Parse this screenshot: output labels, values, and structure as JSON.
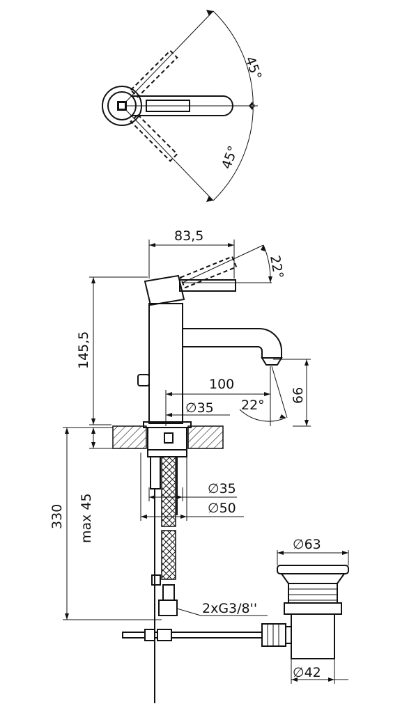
{
  "dimensions": {
    "top_angle_upper": "45°",
    "top_angle_lower": "45°",
    "width_83_5": "83,5",
    "lever_angle": "22°",
    "height_145_5": "145,5",
    "reach_100": "100",
    "spout_angle": "22°",
    "height_66": "66",
    "dia_35_body": "35",
    "dia_35_shank": "35",
    "dia_50_shank": "50",
    "len_330": "330",
    "max_45": "max 45",
    "connection": "2xG3/8''",
    "dia_63": "63",
    "dia_42": "42"
  },
  "symbols": {
    "diameter": "∅"
  }
}
